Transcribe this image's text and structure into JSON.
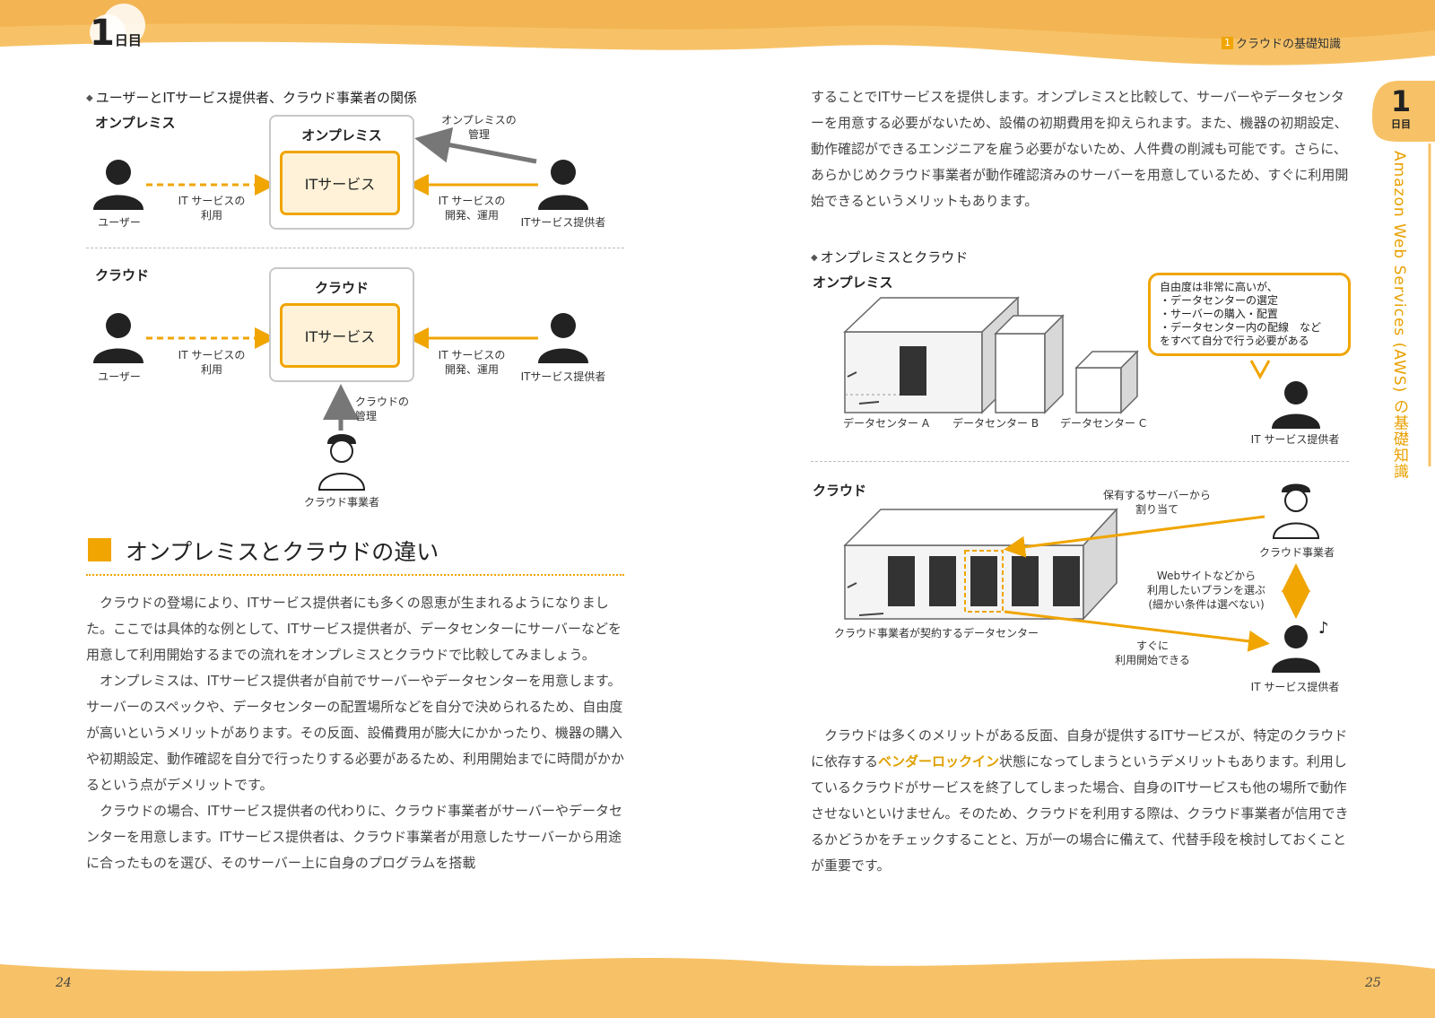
{
  "header": {
    "day_left_num": "1",
    "day_left_label": "日目",
    "running_num": "1",
    "running_title": "クラウドの基礎知識",
    "side_num": "1",
    "side_label": "日目",
    "side_title": "Amazon Web Services (AWS) の基礎知識"
  },
  "footer": {
    "left_page": "24",
    "right_page": "25"
  },
  "left": {
    "diagram1": {
      "caption": "ユーザーとITサービス提供者、クラウド事業者の関係",
      "onprem": {
        "section_label": "オンプレミス",
        "box_title": "オンプレミス",
        "inner": "ITサービス",
        "user": "ユーザー",
        "provider": "ITサービス提供者",
        "use_label_1": "IT サービスの",
        "use_label_2": "利用",
        "dev_label_1": "IT サービスの",
        "dev_label_2": "開発、運用",
        "manage_label_1": "オンプレミスの",
        "manage_label_2": "管理"
      },
      "cloud": {
        "section_label": "クラウド",
        "box_title": "クラウド",
        "inner": "ITサービス",
        "user": "ユーザー",
        "provider": "ITサービス提供者",
        "use_label_1": "IT サービスの",
        "use_label_2": "利用",
        "dev_label_1": "IT サービスの",
        "dev_label_2": "開発、運用",
        "manage_label_1": "クラウドの",
        "manage_label_2": "管理",
        "operator": "クラウド事業者"
      }
    },
    "section_title": "オンプレミスとクラウドの違い",
    "paragraphs": [
      "クラウドの登場により、ITサービス提供者にも多くの恩恵が生まれるようになりました。ここでは具体的な例として、ITサービス提供者が、データセンターにサーバーなどを用意して利用開始するまでの流れをオンプレミスとクラウドで比較してみましょう。",
      "オンプレミスは、ITサービス提供者が自前でサーバーやデータセンターを用意します。サーバーのスペックや、データセンターの配置場所などを自分で決められるため、自由度が高いというメリットがあります。その反面、設備費用が膨大にかかったり、機器の購入や初期設定、動作確認を自分で行ったりする必要があるため、利用開始までに時間がかかるという点がデメリットです。",
      "クラウドの場合、ITサービス提供者の代わりに、クラウド事業者がサーバーやデータセンターを用意します。ITサービス提供者は、クラウド事業者が用意したサーバーから用途に合ったものを選び、そのサーバー上に自身のプログラムを搭載"
    ]
  },
  "right": {
    "top_paragraph": "することでITサービスを提供します。オンプレミスと比較して、サーバーやデータセンターを用意する必要がないため、設備の初期費用を抑えられます。また、機器の初期設定、動作確認ができるエンジニアを雇う必要がないため、人件費の削減も可能です。さらに、あらかじめクラウド事業者が動作確認済みのサーバーを用意しているため、すぐに利用開始できるというメリットもあります。",
    "diagram2": {
      "caption": "オンプレミスとクラウド",
      "onprem_label": "オンプレミス",
      "dc_a": "データセンター A",
      "dc_b": "データセンター B",
      "dc_c": "データセンター C",
      "bubble_lines": [
        "自由度は非常に高いが、",
        "・データセンターの選定",
        "・サーバーの購入・配置",
        "・データセンター内の配線　など",
        "をすべて自分で行う必要がある"
      ],
      "provider_top": "IT サービス提供者",
      "cloud_label": "クラウド",
      "alloc_1": "保有するサーバーから",
      "alloc_2": "割り当て",
      "operator": "クラウド事業者",
      "choose_1": "Webサイトなどから",
      "choose_2": "利用したいプランを選ぶ",
      "choose_3": "(細かい条件は選べない)",
      "dc_cloud": "クラウド事業者が契約するデータセンター",
      "start_1": "すぐに",
      "start_2": "利用開始できる",
      "provider_bottom": "IT サービス提供者"
    },
    "bottom_paragraph": {
      "before": "クラウドは多くのメリットがある反面、自身が提供するITサービスが、特定のクラウドに依存する",
      "highlight": "ベンダーロックイン",
      "after": "状態になってしまうというデメリットもあります。利用しているクラウドがサービスを終了してしまった場合、自身のITサービスも他の場所で動作させないといけません。そのため、クラウドを利用する際は、クラウド事業者が信用できるかどうかをチェックすることと、万が一の場合に備えて、代替手段を検討しておくことが重要です。"
    }
  }
}
